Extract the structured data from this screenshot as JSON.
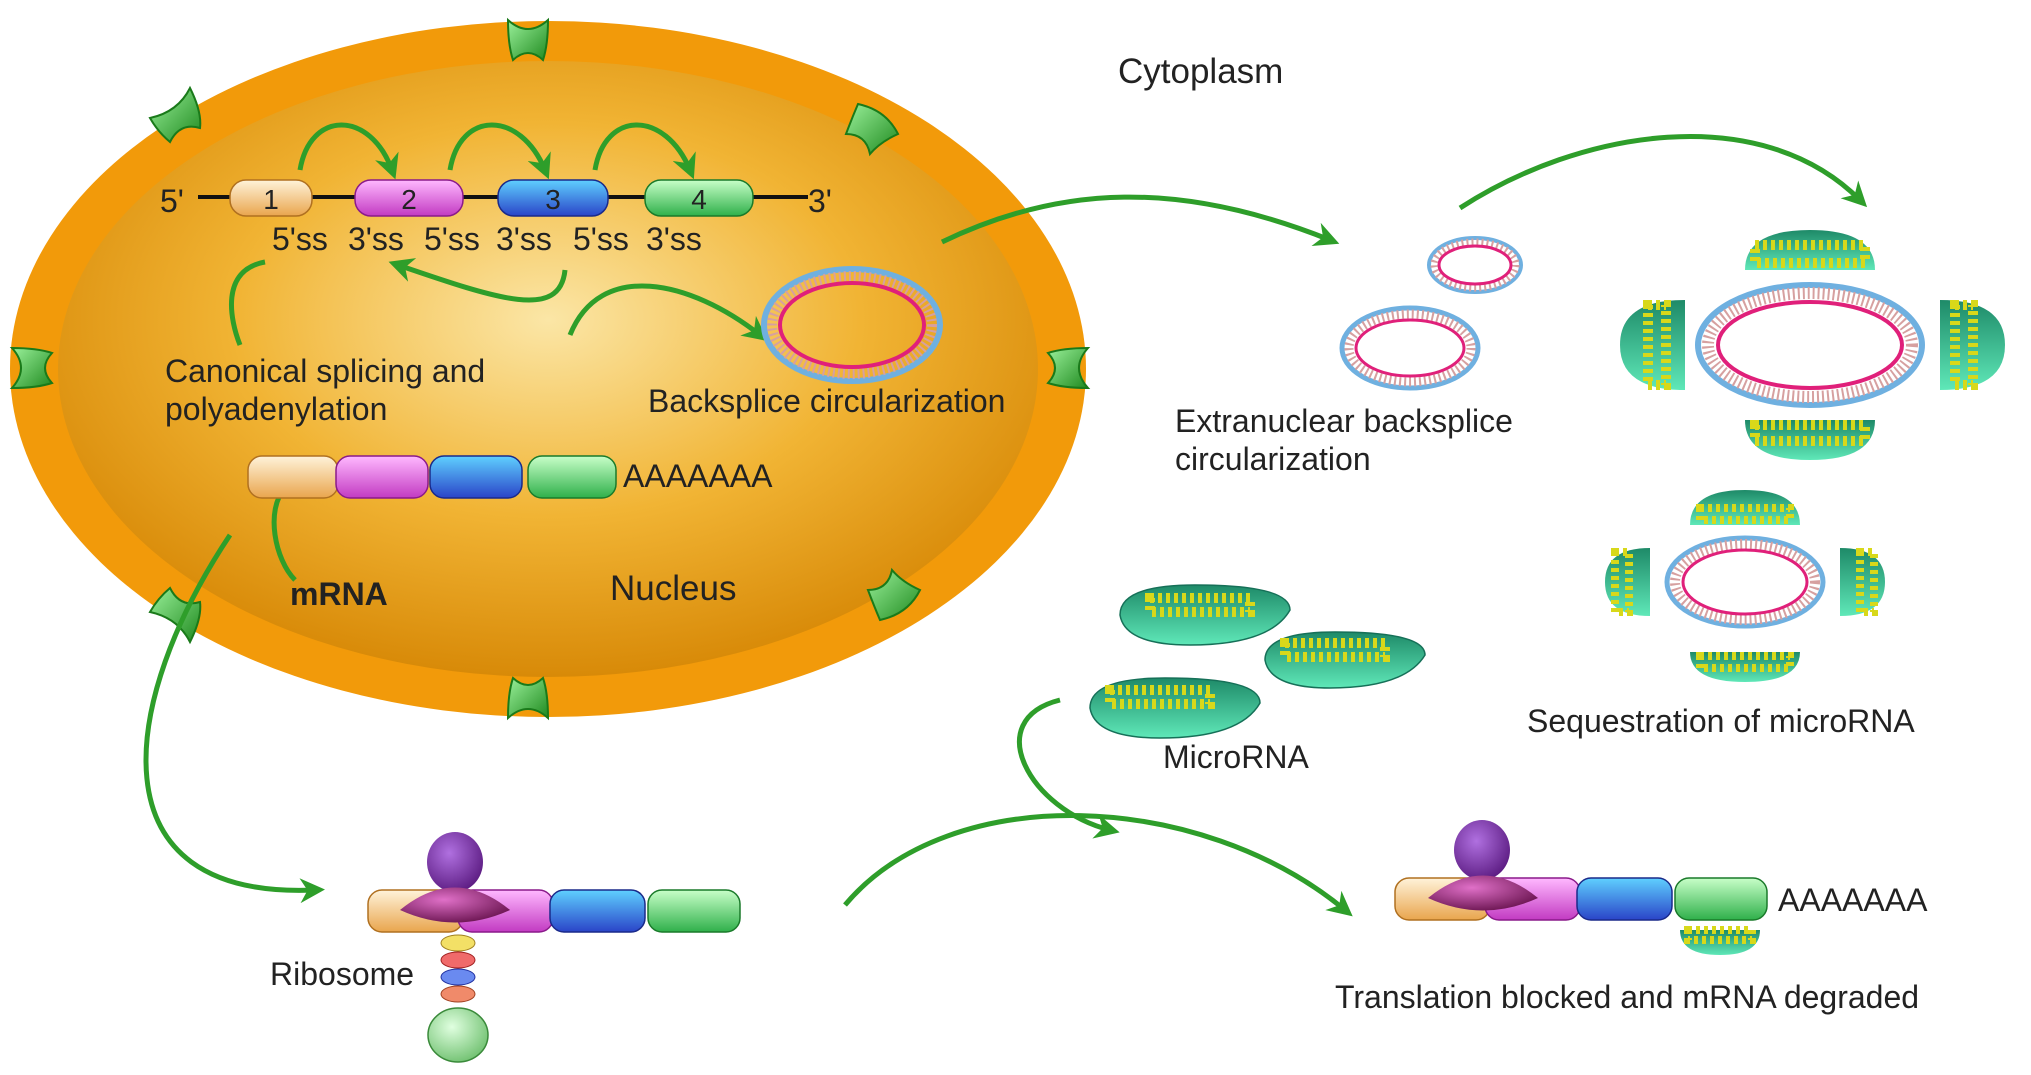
{
  "labels": {
    "cytoplasm": "Cytoplasm",
    "nucleus": "Nucleus",
    "five_prime": "5'",
    "three_prime": "3'",
    "splice_sites": [
      "5'ss",
      "3'ss",
      "5'ss",
      "3'ss",
      "5'ss",
      "3'ss"
    ],
    "canonical_line1": "Canonical splicing and",
    "canonical_line2": "polyadenylation",
    "backsplice": "Backsplice circularization",
    "polyA_nucleus": "AAAAAAA",
    "mrna": "mRNA",
    "extranuclear_line1": "Extranuclear backsplice",
    "extranuclear_line2": "circularization",
    "sequestration": "Sequestration of microRNA",
    "microrna": "MicroRNA",
    "ribosome": "Ribosome",
    "polyA_cytoplasm": "AAAAAAA",
    "translation_blocked": "Translation blocked and mRNA degraded"
  },
  "exons": [
    {
      "number": "1",
      "color": "#f2c98a"
    },
    {
      "number": "2",
      "color": "#e66be6"
    },
    {
      "number": "3",
      "color": "#2f7bd8"
    },
    {
      "number": "4",
      "color": "#5fd26a"
    }
  ],
  "colors": {
    "nucleus_membrane": "#f29a0a",
    "nucleus_interior": "#f3a613",
    "arrow": "#2e9e2a",
    "pore": "#3aa83a",
    "circrna_ring": "#e0207a",
    "circrna_outer": "#6fb0e0",
    "mirna_body": "#2db58a",
    "mirna_teeth": "#d8d81a"
  }
}
